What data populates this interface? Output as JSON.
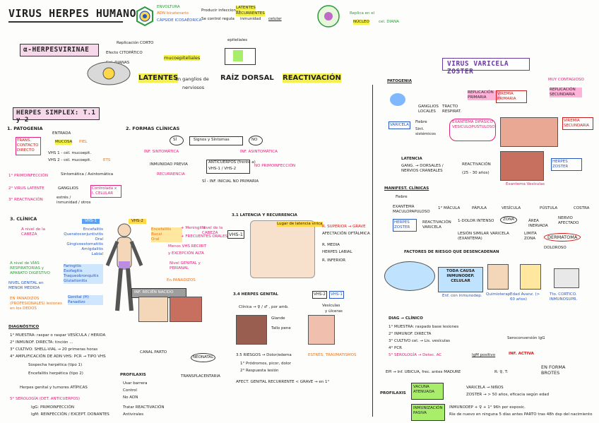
{
  "title": "VIRUS HERPES HUMANO",
  "structure": {
    "envoltura": "ENVOLTURA",
    "adn": "ADN bicatenario",
    "capside": "CÁPSIDE ICOSAÉDRICA",
    "produce1": "Producir infecciones",
    "produce2": "Se control regula",
    "latentes": "LATENTES",
    "recurrentes": "RECURRENTES",
    "inmunidad": "inmunidad",
    "celular": "celular",
    "replica": "Replica en el",
    "nucleo": "NÚCLEO",
    "dianas": "cel. DIANA"
  },
  "alpha": {
    "title": "α-HERPESVIRINAE",
    "replicacion": "Replicación CORTO",
    "efecto": "Efecto CITOPÁTICO",
    "cel_dianas": "Cel. DIANAS",
    "mucoepiteliales": "mucoepiteliales",
    "epiteliales": "epiteliales",
    "latentes": "LATENTES",
    "en_ganglios": "en ganglios de",
    "raiz": "RAÍZ DORSAL",
    "nerviosos": "nerviosos",
    "reactivacion": "REACTIVACIÓN"
  },
  "simplex": {
    "title": "HERPES SIMPLEX: T.1 y 2",
    "patogenia": "1. PATOGENIA",
    "entrada": "ENTRADA",
    "mucosa": "MUCOSA",
    "piel": "PIEL",
    "contacto": "TRANS. CONTACTO DIRECTO",
    "vhs1": "VHS 1 - cél. mucoepit.",
    "vhs2": "VHS 2 - cél. mucoepit.",
    "ets": "ETS",
    "primo": "1° PRIMOINFECCIÓN",
    "primo_n": "Sintomática / Asintomática",
    "latente": "2° VIRUS LATENTE",
    "latente_n": "GANGLIOS",
    "controlada": "Controlada x I. CELULAR",
    "reactiv": "3° REACTIVACIÓN",
    "reactiv_n": "estrés / inmunidad / otros"
  },
  "formas": {
    "title": "2. FORMAS CLÍNICAS",
    "signos": "Signos y Síntomas",
    "si": "SÍ",
    "no": "NO",
    "inf_sint": "INF. SINTOMÁTICA",
    "inf_asint": "INF. ASINTOMÁTICA",
    "inmunidad_previa": "INMUNIDAD PREVIA",
    "anticuerpos": "ANTICUERPOS (frente a)",
    "vhs_lines": "VHS-1 / VHS-2",
    "no_primo": "NO PRIMOINFECCIÓN",
    "recurrencia": "RECURRENCIA",
    "si_inf": "SÍ - INF. INICIAL NO PRIMARIA"
  },
  "clinica": {
    "title": "3. CLÍNICA",
    "nivel": "A nivel de la CABEZA",
    "vhs1": "VHS-1",
    "vhs2": "VHS-2",
    "left_list": [
      "Encefalitis",
      "Queratoconjuntivitis",
      "Oral",
      "Gingivoestomatitis",
      "Amigdalitis",
      "Labial"
    ],
    "left_list2": [
      "Faringitis",
      "Esofagitis",
      "Traqueobronquitis",
      "Glutaitonitis"
    ],
    "left_list3": [
      "Genital (H)",
      "Panadizo"
    ],
    "right_list": [
      "Encefalitis",
      "Bucal",
      "Oral"
    ],
    "meningitis": "+ Meningitis",
    "mas_freq": "+ FRECUENTES ORALES",
    "nivel_cabeza": "Nivel de la CABEZA",
    "menos_vhs": "Menos VHS RECIBIT",
    "excepcion": "y EXCEPCIÓN ALTA",
    "genital": "Nivel GENITAL y PERIANAL",
    "panadizos": "En PANADIZOS",
    "no_nivel": "A nivel de VÍAS RESPIRATORIAS y APARATO DIGESTIVO",
    "genital_bajo": "NIVEL GENITAL en MENOR MEDIDA",
    "panadizos2": "EN PANADIZOS (PROFESIONALES) lesiones en los DEDOS",
    "recien": "INF. RECIÉN NACIDO"
  },
  "latencia": {
    "title": "3.1 LATENCIA Y RECURRENCIA",
    "vhs1": "VHS-1",
    "superior": "R. SUPERIOR → GRAVE",
    "media": "R. MEDIA",
    "inferior": "R. INFERIOR",
    "labial": "HERPES LABIAL",
    "afectacion": "AFECTACIÓN OFTÁLMICA",
    "ganglio": "Lugar de latencia vírica",
    "genital_h": "3.4 HERPES GENITAL",
    "vhs2": "VHS-2",
    "vhs1b": "VHS-1",
    "clinica_line": "Clínica → ♀ / ♂ , por amb.",
    "vesiculas": "Vesículas",
    "ulceras": "y úlceras",
    "glande": "Glande",
    "tallo": "Tallo pene"
  },
  "diagnostico": {
    "title": "DIAGNÓSTICO",
    "l1": "1° MUESTRA: raspar o raspar VESÍCULA / HERIDA",
    "l2": "2° INMUNOF. DIRECTA: tinción ... ",
    "l3": "3° CULTIVO: SHELL-VIAL → 20 primeras horas",
    "l4": "4° AMPLIFICACIÓN DE ADN VHS: PCR → TIPO VHS",
    "l5": "Sospecha herpética (tipo 1)",
    "l6": "Encefalitis herpética (tipo 2)",
    "atipicas": "Herpes genital y tumores ATÍPICAS",
    "serologia": "5° SEROLOGÍA (DET. ANTICUERPOS)",
    "igg": "IgG: PRIMOINFECCIÓN",
    "igm": "IgM: REINFECCIÓN / EXCEPT. DONANTES",
    "profilaxis": "PROFILAXIS",
    "p1": "Usar barrera",
    "p2": "Control",
    "p3": "No ADN",
    "p4": "Tratar REACTIVACIÓN",
    "p5": "Antivirales",
    "canal": "CANAL PARTO",
    "transp": "TRANSPLACENTARIA",
    "neonatal": "NEONATAL",
    "riesgos": "3.5 RIESGOS → Dolor/edema",
    "estres": "ESTRÉS, TRAUMATISMOS",
    "r1": "1° Pródromos, picor, dolor",
    "r2": "2° Respuesta lesión",
    "afect": "AFECT. GENITAL RECURRENTE < GRAVE → en 1°"
  },
  "varicela": {
    "title": "VIRUS VARICELA ZOSTER",
    "patogenia": "PATOGENIA",
    "replicacion_primaria": "REPLICACIÓN PRIMARIA",
    "viremia_primaria": "VIREMIA PRIMARIA",
    "muy_contagioso": "MUY CONTAGIOSO",
    "replicacion_secundaria": "REPLICACIÓN SECUNDARIA",
    "viremia_secundaria": "VIREMIA SECUNDARIA",
    "ganglios": "GANGLIOS LOCALES",
    "tracto": "TRACTO RESPIRAT.",
    "varicela": "VARICELA",
    "fiebre": "Fiebre",
    "sint": "Sint. sistémicos",
    "exantema": "EXANTEMA DIFÁSICO VESICULOPUSTULOSO",
    "latencia": "LATENCIA",
    "gang": "GANG. → DORSALES / NERVIOS CRANEALES",
    "reactivacion": "REACTIVACIÓN",
    "years": "(25 - 30 años)",
    "herpes_zoster": "HERPES ZOSTER",
    "exantema_vesic": "Exantema Vesículas",
    "manifest": "MANIFEST. CLÍNICAS",
    "fiebre2": "Fiebre",
    "exantema_mac": "EXANTEMA MACULOPAPULOSO",
    "macula": "1° MÁCULA",
    "papula": "PÁPULA",
    "vesicula": "VESÍCULA",
    "pustula": "PÚSTULA",
    "costra": "COSTRA",
    "herpes_zoster2": "HERPES ZOSTER",
    "reactivacion2": "REACTIVACIÓN VARICELA",
    "dolor_intenso": "1-DOLOR INTENSO",
    "zona": "ZONA",
    "area": "ÁREA INERVADA",
    "nervio": "NERVIO AFECTADO",
    "lesion": "LESIÓN SIMILAR VARICELA (EXANTEMA)",
    "limita": "LIMITA ZONA",
    "dermatoma": "DERMATOMA",
    "doloroso": "DOLOROSO",
    "factores": "FACTORES DE RIESGO QUE DESENCADENAN",
    "inmunodep": "TODA CAUSA INMUNODEP. CELULAR",
    "inf_inmuno": "Enf. con inmunodep.",
    "quimio": "Quimioterap.",
    "edad": "Edad Avanz. (> 60 años)",
    "tto": "Tto. CORTICO. INMUNOSUPR.",
    "diag": "DIAG → CLÍNICO",
    "d1": "1° MUESTRA: raspado base lesiones",
    "d2": "2° INMUNOF. DIRECTA",
    "d3": "3° CULTIVO cel. → Lis. vesículas",
    "d4": "4° PCR",
    "d5": "5° SEROLOGÍA → Detec. AC",
    "igm": "IgM positivo",
    "inf_activa": "INF. ACTIVA",
    "seroconversion": "Seroconversión IgG",
    "epi": "EPI → Inf. UBICUA, frec. antes MADURE",
    "reservorio": "R: ♀, T:",
    "brotes": "EN FORMA BROTES",
    "profilaxis": "PROFILAXIS",
    "vacuna": "VACUNA ATENUADA",
    "niños": "VARICELA → NIÑOS",
    "zoster_v": "ZOSTER → > 50 años, eficacia según edad",
    "inmunizacion": "INMUNIZACIÓN PASIVA",
    "inmunodep_l": "INMUNODEP + ♀ + 1° 96h por exposic.",
    "riesgo": "Ríe de nuevo en ninguna 5 días antes PARTO tras 48h dsp del nacimiento"
  },
  "colors": {
    "pink": "#e0207a",
    "orange": "#e8741c",
    "green": "#2a9a3a",
    "blue": "#2857c4",
    "purple": "#6a3aa0",
    "red": "#d01818"
  }
}
